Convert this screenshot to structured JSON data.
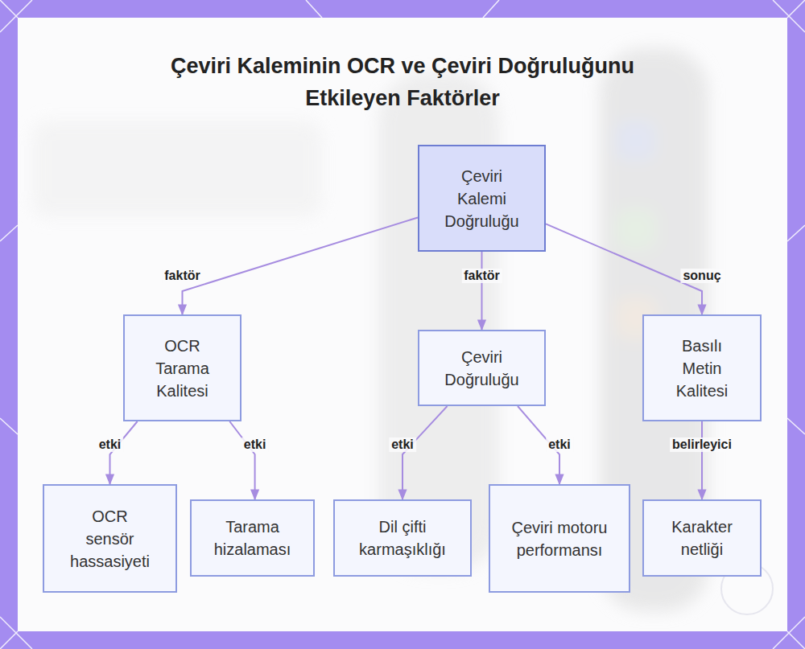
{
  "diagram": {
    "title": "Çeviri Kaleminin OCR ve Çeviri Doğruluğunu Etkileyen Faktörler",
    "nodes": [
      {
        "text": [
          "Çeviri Kalemi Doğruluğu"
        ]
      },
      {
        "text": [
          "OCR Tarama Kalitesi"
        ]
      },
      {
        "text": [
          "Çeviri Doğruluğu"
        ]
      },
      {
        "text": [
          "Basılı Metin Kalitesi"
        ]
      },
      {
        "text": [
          "OCR sensör hassasiyeti"
        ]
      },
      {
        "text": [
          "Tarama hizalaması"
        ]
      },
      {
        "text": [
          "Dil çifti karmaşıklığı"
        ]
      },
      {
        "text": [
          "Çeviri motoru performansı"
        ]
      },
      {
        "text": [
          "Karakter netliği"
        ]
      }
    ],
    "edges": [
      {
        "from": 0,
        "to": 1,
        "label": "faktör",
        "arrow": "to"
      },
      {
        "from": 0,
        "to": 2,
        "label": "faktör",
        "arrow": "to"
      },
      {
        "from": 0,
        "to": 3,
        "label": "sonuç",
        "arrow": "to"
      },
      {
        "from": 1,
        "to": 4,
        "label": "etki",
        "arrow": "to"
      },
      {
        "from": 1,
        "to": 5,
        "label": "etki",
        "arrow": "to"
      },
      {
        "from": 2,
        "to": 6,
        "label": "etki",
        "arrow": "to"
      },
      {
        "from": 2,
        "to": 7,
        "label": "etki",
        "arrow": "to"
      },
      {
        "from": 3,
        "to": 8,
        "label": "belirleyici",
        "arrow": "to"
      }
    ]
  }
}
